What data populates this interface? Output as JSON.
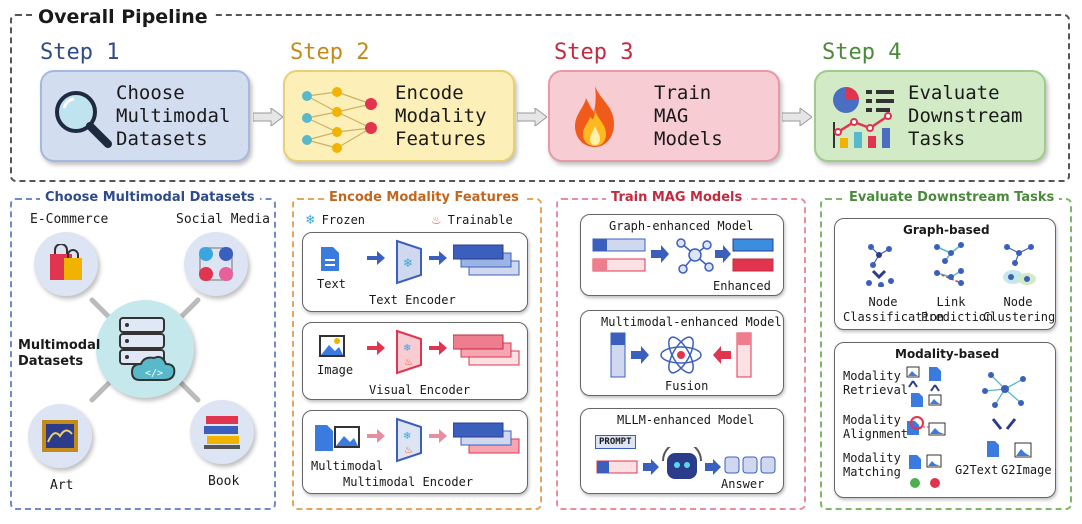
{
  "pipeline": {
    "title": "Overall Pipeline",
    "steps": [
      {
        "label": "Step 1",
        "text": [
          "Choose",
          "Multimodal",
          "Datasets"
        ],
        "color": "#2f4b8a"
      },
      {
        "label": "Step 2",
        "text": [
          "Encode",
          "Modality",
          "Features"
        ],
        "color": "#c48a1c"
      },
      {
        "label": "Step 3",
        "text": [
          "Train",
          "MAG",
          "Models"
        ],
        "color": "#c42a3e"
      },
      {
        "label": "Step 4",
        "text": [
          "Evaluate",
          "Downstream",
          "Tasks"
        ],
        "color": "#4a8a3a"
      }
    ]
  },
  "datasets": {
    "title": "Choose Multimodal Datasets",
    "center": [
      "Multimodal",
      "Datasets"
    ],
    "ecommerce": "E-Commerce",
    "social": "Social Media",
    "art": "Art",
    "book": "Book"
  },
  "encode": {
    "title": "Encode Modality Features",
    "frozen": "Frozen",
    "trainable": "Trainable",
    "text": "Text",
    "text_encoder": "Text Encoder",
    "image": "Image",
    "visual_encoder": "Visual Encoder",
    "multimodal": "Multimodal",
    "multimodal_encoder": "Multimodal Encoder"
  },
  "train": {
    "title": "Train MAG Models",
    "graph_model": "Graph-enhanced Model",
    "enhanced": "Enhanced",
    "mm_model": "Multimodal-enhanced Model",
    "fusion": "Fusion",
    "mllm_model": "MLLM-enhanced Model",
    "prompt": "PROMPT",
    "answer": "Answer"
  },
  "evaluate": {
    "title": "Evaluate Downstream Tasks",
    "graph_based": "Graph-based",
    "node_class": [
      "Node",
      "Classification"
    ],
    "link_pred": [
      "Link",
      "Prediction"
    ],
    "node_clust": [
      "Node",
      "Clustering"
    ],
    "modality_based": "Modality-based",
    "retrieval": [
      "Modality",
      "Retrieval"
    ],
    "alignment": [
      "Modality",
      "Alignment"
    ],
    "matching": [
      "Modality",
      "Matching"
    ],
    "g2text": "G2Text",
    "g2image": "G2Image"
  }
}
